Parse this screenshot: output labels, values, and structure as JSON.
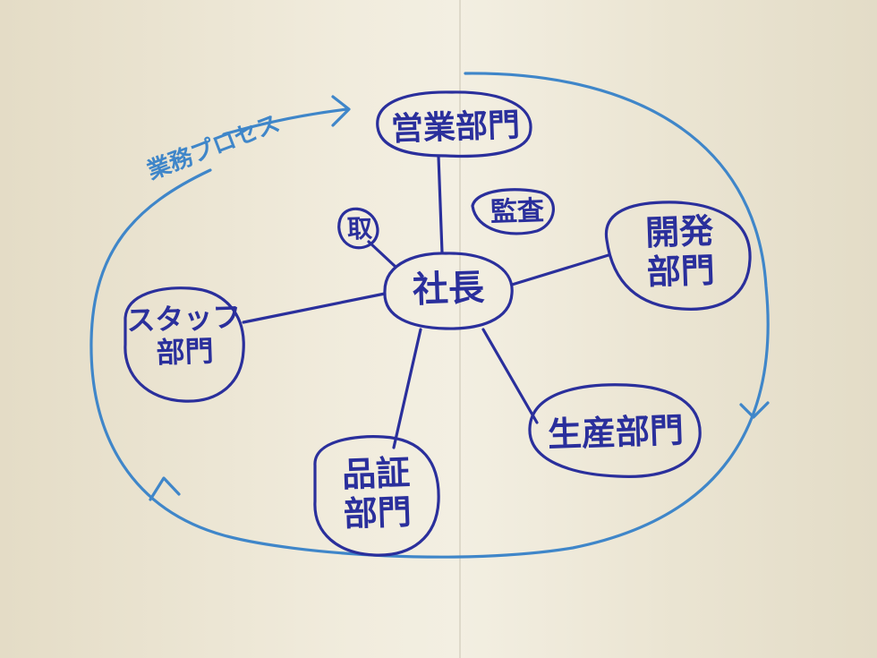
{
  "diagram": {
    "process_label": "業務プロセス",
    "center": "社長",
    "side_left": "取",
    "side_right": "監査",
    "departments": {
      "sales": "営業部門",
      "development": [
        "開発",
        "部門"
      ],
      "production": "生産部門",
      "quality": [
        "品証",
        "部門"
      ],
      "staff": [
        "スタッフ",
        "部門"
      ]
    }
  },
  "colors": {
    "ink": "#2a2f9c",
    "cycle": "#3f86c9",
    "paper": "#f1ecdd"
  }
}
